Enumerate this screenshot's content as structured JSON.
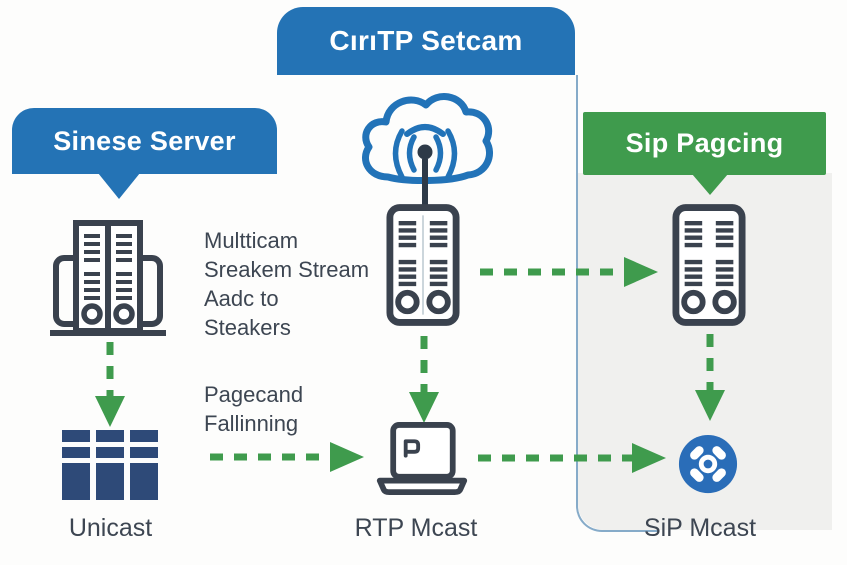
{
  "banners": {
    "top": "CırıTP Setcam",
    "left": "Sinese Server",
    "right": "Sip Pagcing"
  },
  "annotations": {
    "multicast": "Multticam\nSreakem Stream\nAadc to\nSteakers",
    "paging": "Pagecand\nFallinning"
  },
  "labels": {
    "unicast": "Unicast",
    "rtp": "RTP Mcast",
    "sip": "SiP Mcast"
  },
  "icons": {
    "cloud": "cloud-broadcast-icon",
    "server_left": "dual-tower-server-icon",
    "server_mid": "rack-server-icon",
    "server_right": "rack-server-icon",
    "unicast": "unicast-bars-icon",
    "laptop": "laptop-icon",
    "sip": "multicast-hub-icon"
  },
  "colors": {
    "banner_blue": "#2473b5",
    "accent_green": "#3f9b4d",
    "icon_charcoal": "#3a424e",
    "icon_blue": "#2273b8",
    "unicast_navy": "#2e4a78",
    "sip_blue": "#2a6db8",
    "panel_gray": "#f0f0ee",
    "panel_border": "#86abc9",
    "text_dark": "#3d4652"
  }
}
